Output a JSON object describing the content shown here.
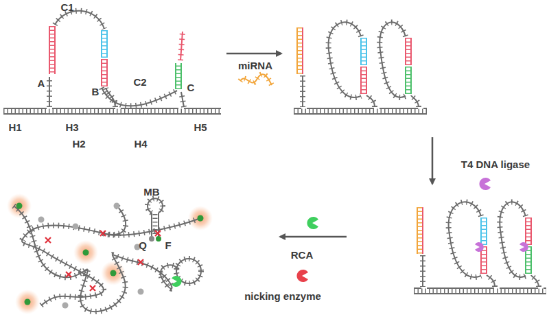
{
  "diagram": {
    "labels": [
      "C1",
      "A",
      "B",
      "C2",
      "C",
      "H1",
      "H3",
      "H5",
      "H2",
      "H4",
      "miRNA",
      "T4 DNA ligase",
      "MB",
      "Q",
      "F",
      "RCA",
      "nicking enzyme"
    ]
  }
}
